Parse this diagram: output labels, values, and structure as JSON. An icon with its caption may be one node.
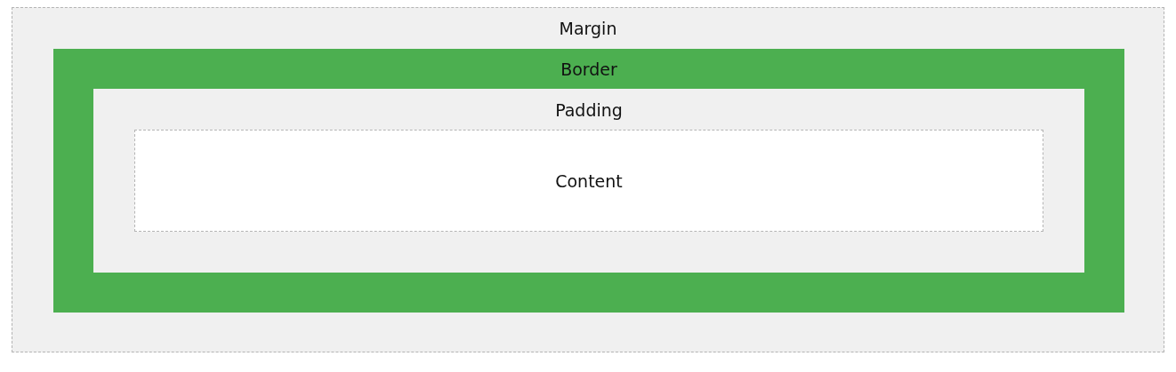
{
  "diagram": {
    "nodes": [
      {
        "text": [
          "Margin"
        ]
      },
      {
        "text": [
          "Border"
        ],
        "in": 0
      },
      {
        "text": [
          "Padding"
        ],
        "in": 1
      },
      {
        "text": [
          "Content"
        ],
        "in": 2
      }
    ]
  }
}
